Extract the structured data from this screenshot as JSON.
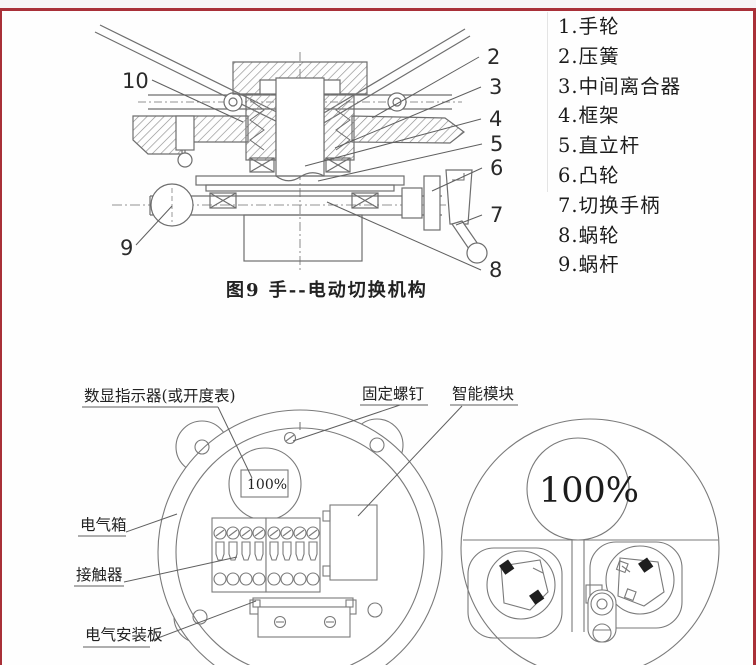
{
  "colors": {
    "frame_red": "#a93038",
    "top_strip": "#f7f4f5",
    "line_gray": "#6e6e6e"
  },
  "figure9": {
    "caption": "图9  手--电动切换机构",
    "callouts": {
      "c2": "2",
      "c3": "3",
      "c4": "4",
      "c5": "5",
      "c6": "6",
      "c7": "7",
      "c8": "8",
      "c9": "9",
      "c10": "10"
    },
    "parts": [
      "1.手轮",
      "2.压簧",
      "3.中间离合器",
      "4.框架",
      "5.直立杆",
      "6.凸轮",
      "7.切换手柄",
      "8.蜗轮",
      "9.蜗杆"
    ]
  },
  "figure10": {
    "labels": {
      "display_indicator": "数显指示器(或开度表)",
      "fixing_screw": "固定螺钉",
      "smart_module": "智能模块",
      "electric_box": "电气箱",
      "contactor": "接触器",
      "mounting_plate": "电气安装板"
    },
    "indicator_value": "100%",
    "dial_value": "100%"
  }
}
